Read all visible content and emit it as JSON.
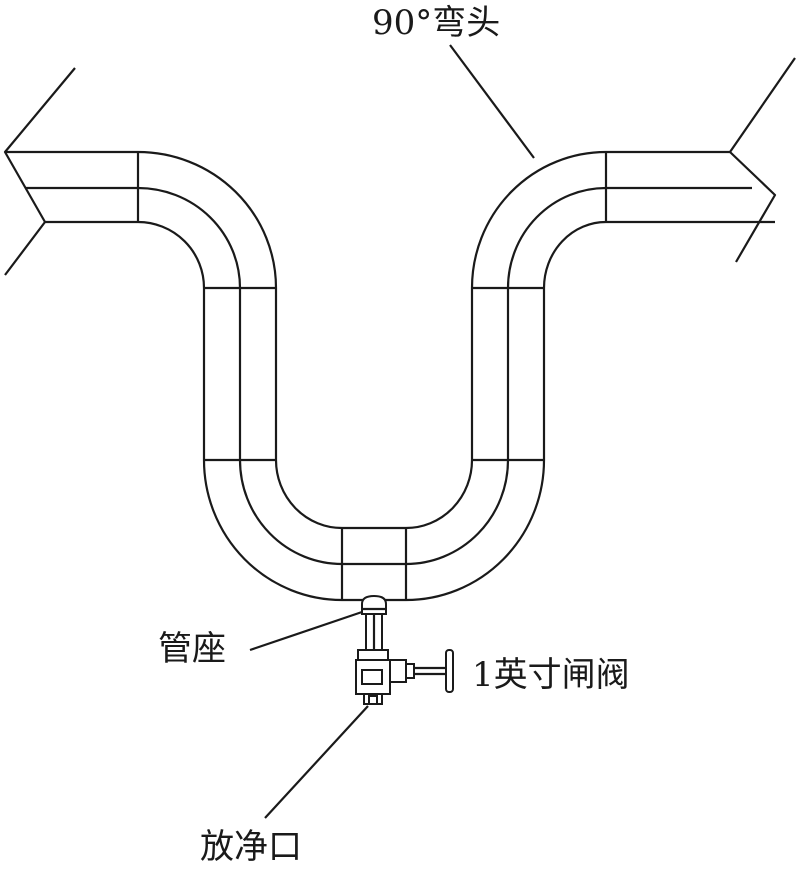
{
  "labels": {
    "elbow": "90°弯头",
    "pipe_seat": "管座",
    "gate_valve": "1英寸闸阀",
    "drain_outlet": "放净口"
  },
  "colors": {
    "line": "#1a1a1a",
    "background": "#ffffff"
  }
}
